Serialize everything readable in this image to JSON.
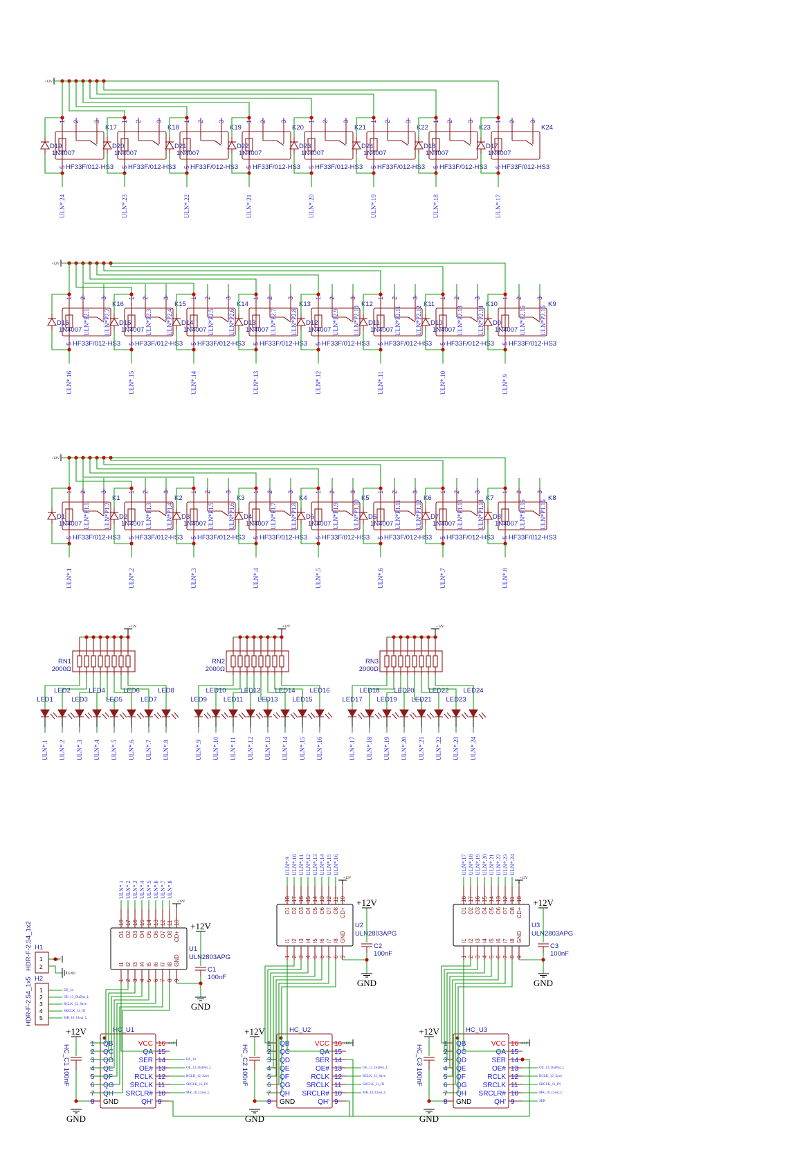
{
  "power": {
    "v12": "+12V",
    "gnd": "GND"
  },
  "relay_part": "HF33F/012-HS3",
  "diode_part": "1N4007",
  "relay_pins": [
    "1",
    "2",
    "3",
    "5"
  ],
  "relay_rows": [
    {
      "relays": [
        {
          "ref": "K17",
          "diode": "D19",
          "net": "ULN*.24"
        },
        {
          "ref": "K18",
          "diode": "D20",
          "net": "ULN*.23"
        },
        {
          "ref": "K19",
          "diode": "D21",
          "net": "ULN*.22"
        },
        {
          "ref": "K20",
          "diode": "D22",
          "net": "ULN*.21"
        },
        {
          "ref": "K21",
          "diode": "D23",
          "net": "ULN*.20"
        },
        {
          "ref": "K22",
          "diode": "D24",
          "net": "ULN*.19"
        },
        {
          "ref": "K23",
          "diode": "D18",
          "net": "ULN*.18"
        },
        {
          "ref": "K24",
          "diode": "D17",
          "net": "ULN*.17"
        }
      ],
      "contacts": []
    },
    {
      "relays": [
        {
          "ref": "K16",
          "diode": "D16",
          "net": "ULN*.16"
        },
        {
          "ref": "K15",
          "diode": "D15",
          "net": "ULN*.15"
        },
        {
          "ref": "K14",
          "diode": "D14",
          "net": "ULN*.14"
        },
        {
          "ref": "K13",
          "diode": "D13",
          "net": "ULN*.13"
        },
        {
          "ref": "K12",
          "diode": "D12",
          "net": "ULN*.12"
        },
        {
          "ref": "K11",
          "diode": "D11",
          "net": "ULN*.11"
        },
        {
          "ref": "K10",
          "diode": "D10",
          "net": "ULN*.10"
        },
        {
          "ref": "K9",
          "diode": "D9",
          "net": "ULN*.9"
        }
      ],
      "contacts": [
        "ULN*P2.1",
        "ULN*P2.2",
        "ULN*P2.3",
        "ULN*P2.4",
        "ULN*P2.5",
        "ULN*P2.6",
        "ULN*P2.7",
        "ULN*P2.8",
        "ULN*P2.9",
        "ULN*P2.10",
        "ULN*P2.11",
        "ULN*P2.12",
        "ULN*P2.13",
        "ULN*P2.14",
        "ULN*P2.15",
        "ULN*P2.16"
      ]
    },
    {
      "relays": [
        {
          "ref": "K1",
          "diode": "D1",
          "net": "ULN*.1"
        },
        {
          "ref": "K2",
          "diode": "D2",
          "net": "ULN*.2"
        },
        {
          "ref": "K3",
          "diode": "D3",
          "net": "ULN*.3"
        },
        {
          "ref": "K4",
          "diode": "D4",
          "net": "ULN*.4"
        },
        {
          "ref": "K5",
          "diode": "D5",
          "net": "ULN*.5"
        },
        {
          "ref": "K6",
          "diode": "D6",
          "net": "ULN*.6"
        },
        {
          "ref": "K7",
          "diode": "D7",
          "net": "ULN*.7"
        },
        {
          "ref": "K8",
          "diode": "D8",
          "net": "ULN*.8"
        }
      ],
      "contacts": [
        "ULN*P1.1",
        "ULN*P1.2",
        "ULN*P1.3",
        "ULN*P1.4",
        "ULN*P1.5",
        "ULN*P1.6",
        "ULN*P1.7",
        "ULN*P1.8",
        "ULN*P1.9",
        "ULN*P1.10",
        "ULN*P1.11",
        "ULN*P1.12",
        "ULN*P1.13",
        "ULN*P1.14",
        "ULN*P1.15",
        "ULN*P1.16"
      ]
    }
  ],
  "led_groups": [
    {
      "rn": "RN1",
      "value": "2000Ω",
      "leds": [
        "LED1",
        "LED2",
        "LED3",
        "LED4",
        "LED5",
        "LED6",
        "LED7",
        "LED8"
      ],
      "nets": [
        "ULN*.1",
        "ULN*.2",
        "ULN*.3",
        "ULN*.4",
        "ULN*.5",
        "ULN*.6",
        "ULN*.7",
        "ULN*.8"
      ]
    },
    {
      "rn": "RN2",
      "value": "2000Ω",
      "leds": [
        "LED9",
        "LED10",
        "LED11",
        "LED12",
        "LED13",
        "LED14",
        "LED15",
        "LED16"
      ],
      "nets": [
        "ULN*.9",
        "ULN*.10",
        "ULN*.11",
        "ULN*.12",
        "ULN*.13",
        "ULN*.14",
        "ULN*.15",
        "ULN*.16"
      ]
    },
    {
      "rn": "RN3",
      "value": "2000Ω",
      "leds": [
        "LED17",
        "LED18",
        "LED19",
        "LED20",
        "LED21",
        "LED22",
        "LED23",
        "LED24"
      ],
      "nets": [
        "ULN*.17",
        "ULN*.18",
        "ULN*.19",
        "ULN*.20",
        "ULN*.21",
        "ULN*.22",
        "ULN*.23",
        "ULN*.24"
      ]
    }
  ],
  "uln": {
    "part": "ULN2803APG",
    "top_pins": [
      "18",
      "17",
      "16",
      "15",
      "14",
      "13",
      "12",
      "11",
      "10"
    ],
    "top_names": [
      "O1",
      "O2",
      "O3",
      "O4",
      "O5",
      "O6",
      "O7",
      "O8",
      "CD+"
    ],
    "bottom_pins": [
      "1",
      "2",
      "3",
      "4",
      "5",
      "6",
      "7",
      "8",
      "9"
    ],
    "bottom_names": [
      "I1",
      "I2",
      "I3",
      "I4",
      "I5",
      "I6",
      "I7",
      "I8",
      "GND"
    ],
    "chips": [
      {
        "ref": "U1",
        "cap": "C1",
        "cap_value": "100nF",
        "nets": [
          "ULN*.1",
          "ULN*.2",
          "ULN*.3",
          "ULN*.4",
          "ULN*.5",
          "ULN*.6",
          "ULN*.7",
          "ULN*.8"
        ]
      },
      {
        "ref": "U2",
        "cap": "C2",
        "cap_value": "100nF",
        "nets": [
          "ULN*.9",
          "ULN*.10",
          "ULN*.11",
          "ULN*.12",
          "ULN*.13",
          "ULN*.14",
          "ULN*.15",
          "ULN*.16"
        ]
      },
      {
        "ref": "U3",
        "cap": "C3",
        "cap_value": "100nF",
        "nets": [
          "ULN*.17",
          "ULN*.18",
          "ULN*.19",
          "ULN*.20",
          "ULN*.21",
          "ULN*.22",
          "ULN*.23",
          "ULN*.24"
        ]
      }
    ]
  },
  "hc595": {
    "left_pins": [
      "1",
      "2",
      "3",
      "4",
      "5",
      "6",
      "7",
      "8"
    ],
    "left_names": [
      "QB",
      "QC",
      "QD",
      "QE",
      "QF",
      "QG",
      "QH",
      "GND"
    ],
    "right_pins": [
      "16",
      "15",
      "14",
      "13",
      "12",
      "11",
      "10",
      "9"
    ],
    "right_names": [
      "VCC",
      "QA",
      "SER",
      "OE#",
      "RCLK",
      "SRCLK",
      "SRCLR#",
      "QH'"
    ],
    "chips": [
      {
        "ref": "HC_U1",
        "cap": "HC_C1 100nF",
        "nets": [
          "",
          "",
          "DS_14",
          "OE_13_OutPut_L",
          "RCLK_12_Save",
          "SRCLK_11_IN",
          "MR_10_Clear_L",
          ""
        ]
      },
      {
        "ref": "HC_U2",
        "cap": "HC_C2 100nF",
        "nets": [
          "",
          "",
          "",
          "OE_13_OutPut_L",
          "RCLK_12_Save",
          "SRCLK_11_IN",
          "MR_10_Clear_L",
          ""
        ]
      },
      {
        "ref": "HC_U3",
        "cap": "HC_C3 100nF",
        "nets": [
          "",
          "",
          "",
          "OE_13_OutPut_L",
          "RCLK_12_Save",
          "SRCLK_11_IN",
          "MR_10_Clear_L",
          "SER"
        ]
      }
    ]
  },
  "headers": {
    "h1": {
      "ref": "H1",
      "part": "HDR-F-2.54_1x2",
      "pins": [
        "1",
        "2"
      ]
    },
    "h2": {
      "ref": "H2",
      "part": "HDR-F-2.54_1x5",
      "pins": [
        "1",
        "2",
        "3",
        "4",
        "5"
      ],
      "nets": [
        "DS_14",
        "OE_13_OutPut_L",
        "RCLK_12_Save",
        "SRCLK_11_IN",
        "MR_10_Clear_L"
      ]
    }
  }
}
